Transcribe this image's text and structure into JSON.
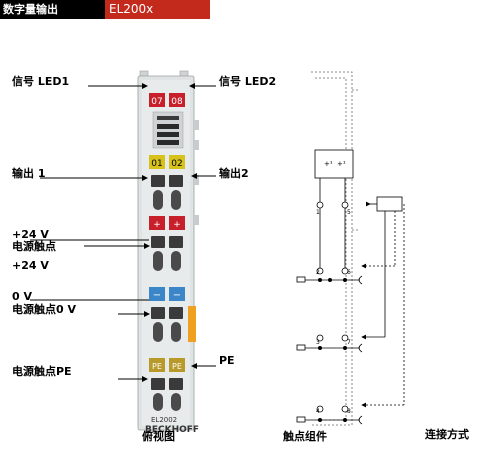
{
  "header": {
    "section_title": "数字量输出",
    "model": "EL200x"
  },
  "labels": {
    "led1": "信号 LED1",
    "led2": "信号 LED2",
    "out1": "输出 1",
    "out2": "输出2",
    "v24": "+24 V",
    "power_contact": "电源触点",
    "v24_b": "+24 V",
    "v0": "0 V",
    "power_contact_0v": "电源触点0 V",
    "pe": "PE",
    "power_contact_pe": "电源触点PE"
  },
  "terminal": {
    "led_left": "07",
    "led_right": "08",
    "out_left": "01",
    "out_right": "02",
    "plus_left": "+",
    "plus_right": "+",
    "minus_left": "−",
    "minus_right": "−",
    "pe_left": "PE",
    "pe_right": "PE",
    "model": "EL2002",
    "brand": "BECKHOFF"
  },
  "schematic": {
    "ic_in_left": "+¹",
    "ic_in_right": "+¹",
    "pins": [
      "1",
      "5",
      "2",
      "6",
      "3",
      "7",
      "4",
      "8"
    ]
  },
  "captions": {
    "front_view": "俯视图",
    "contact_assembly": "触点组件",
    "connection": "连接方式"
  },
  "colors": {
    "header_bg": "#000000",
    "header_accent": "#c42a1c",
    "led_red": "#c8202a",
    "out_yellow": "#d6c21a",
    "plus_red": "#c8202a",
    "minus_blue": "#3a86c8",
    "pe_olive": "#b89a2a",
    "bus_orange": "#f0a020"
  }
}
